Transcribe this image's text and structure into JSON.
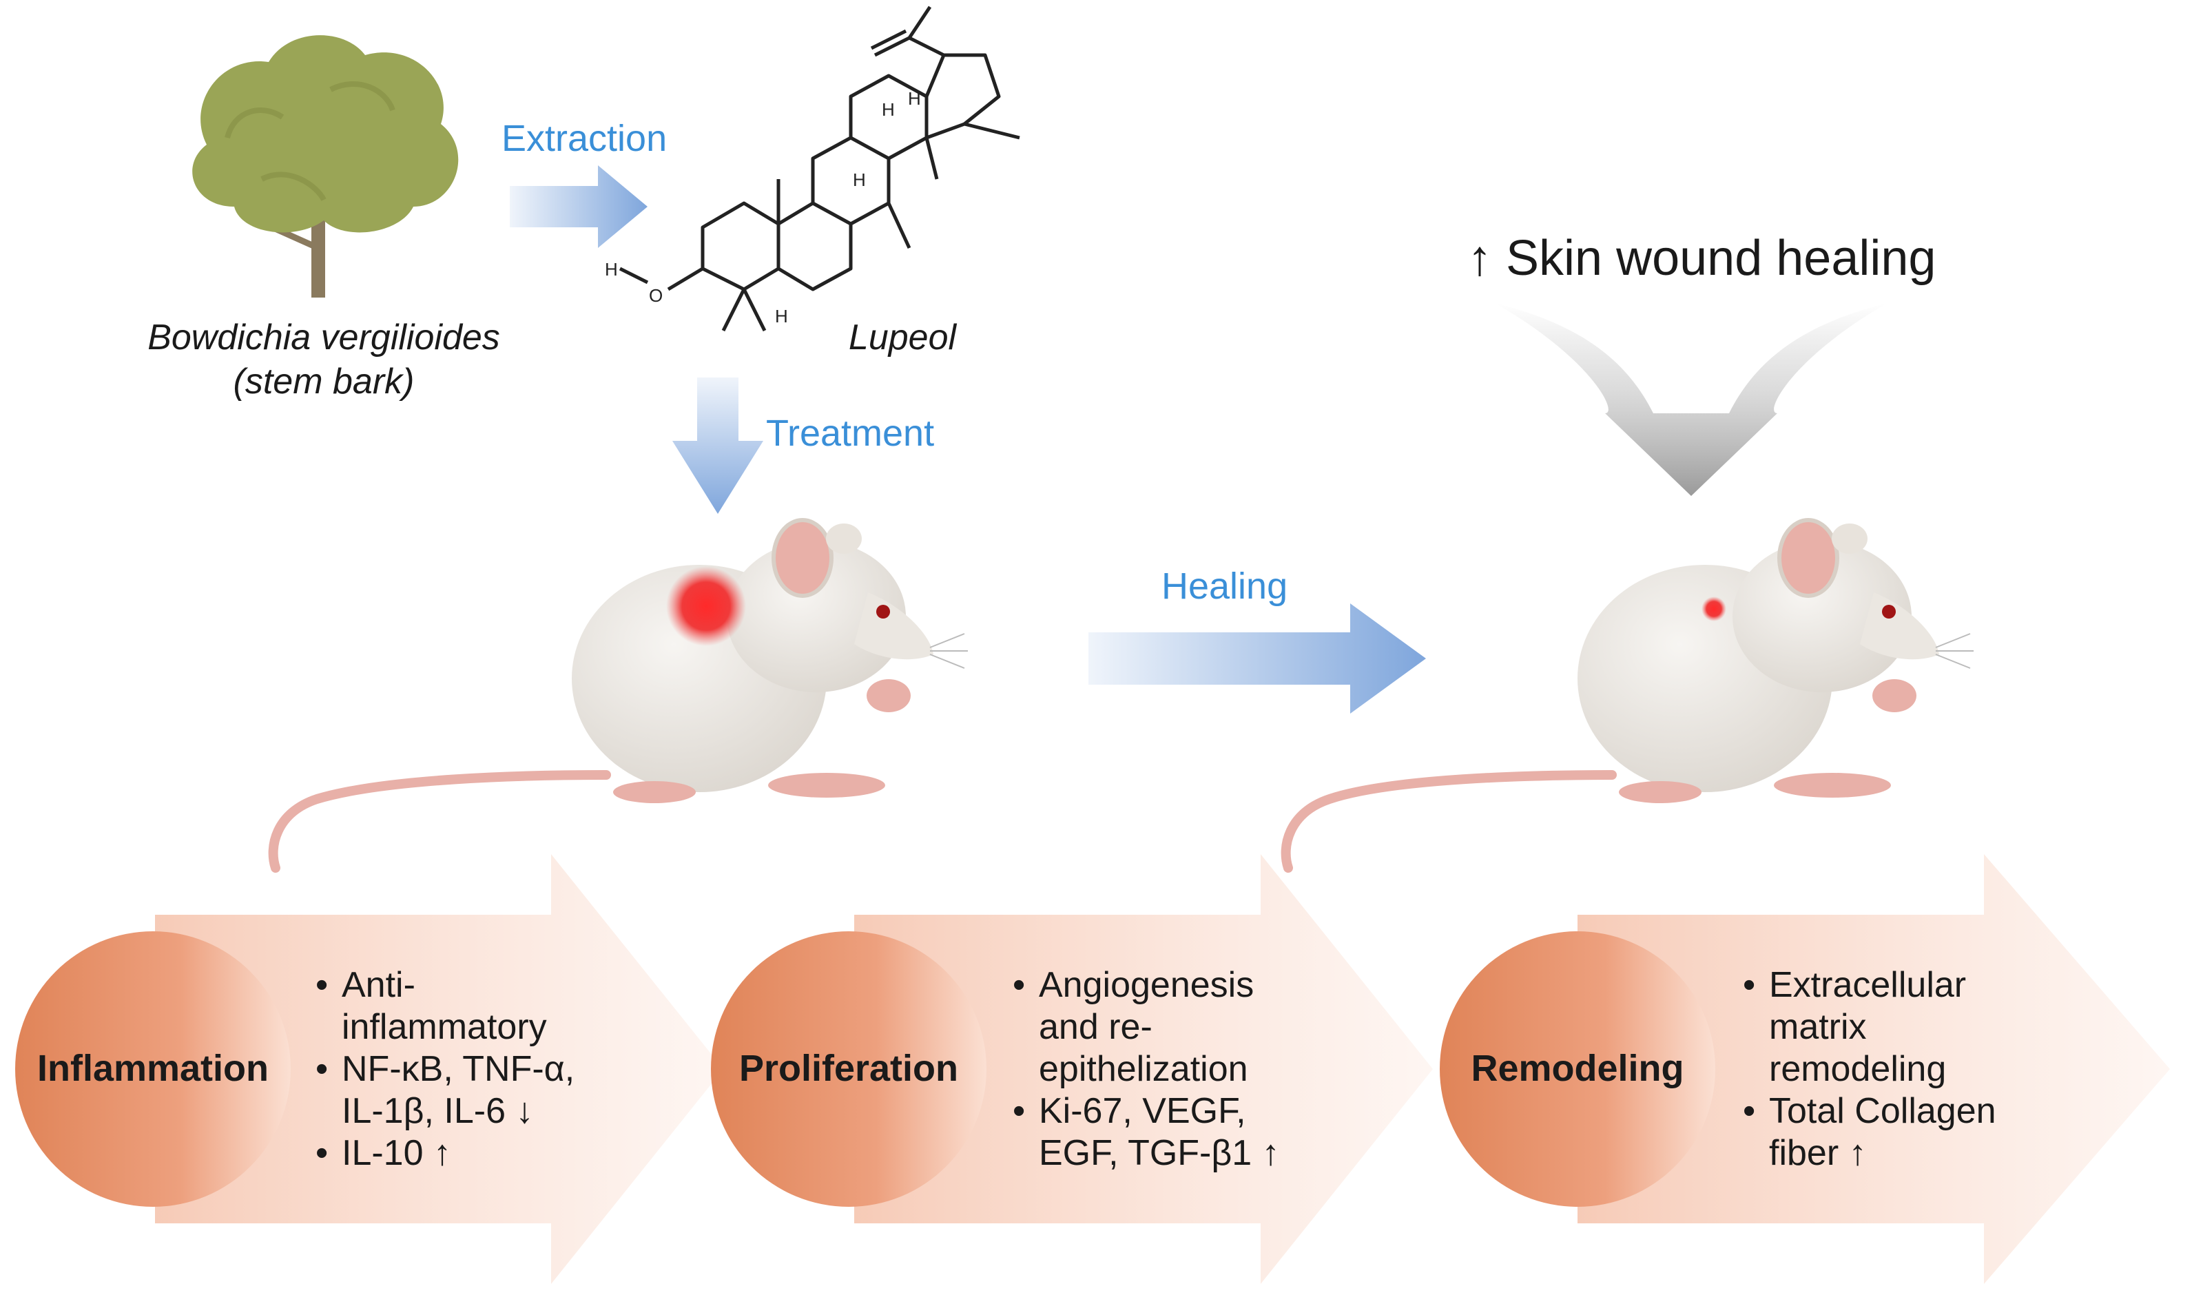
{
  "source": {
    "species": "Bowdichia vergilioides",
    "part": "(stem bark)"
  },
  "compound": {
    "name": "Lupeol",
    "atom_H": "H",
    "atom_O": "O"
  },
  "steps": {
    "extraction": "Extraction",
    "treatment": "Treatment",
    "healing": "Healing"
  },
  "outcome": {
    "arrow": "↑",
    "text": "Skin wound healing"
  },
  "stages": [
    {
      "name": "Inflammation",
      "bullets": [
        "Anti-\ninflammatory",
        "NF-κB, TNF-α,\nIL-1β, IL-6 ↓",
        "IL-10 ↑"
      ]
    },
    {
      "name": "Proliferation",
      "bullets": [
        "Angiogenesis\nand re-\nepithelization",
        "Ki-67, VEGF,\nEGF, TGF-β1 ↑"
      ]
    },
    {
      "name": "Remodeling",
      "bullets": [
        "Extracellular\nmatrix\nremodeling",
        "Total Collagen\nfiber ↑"
      ]
    }
  ],
  "colors": {
    "accent_blue": "#3a8fd8",
    "arrow_blue": "#7fa6dc",
    "wound_red": "#e53030",
    "stage_circle": "#e2916a",
    "stage_arrow": "#fbe4da",
    "tree_leaf": "#9aa556",
    "tree_trunk": "#8a7a5e",
    "mouse_body": "#eeebe6",
    "mouse_pink": "#e8b0a8"
  }
}
